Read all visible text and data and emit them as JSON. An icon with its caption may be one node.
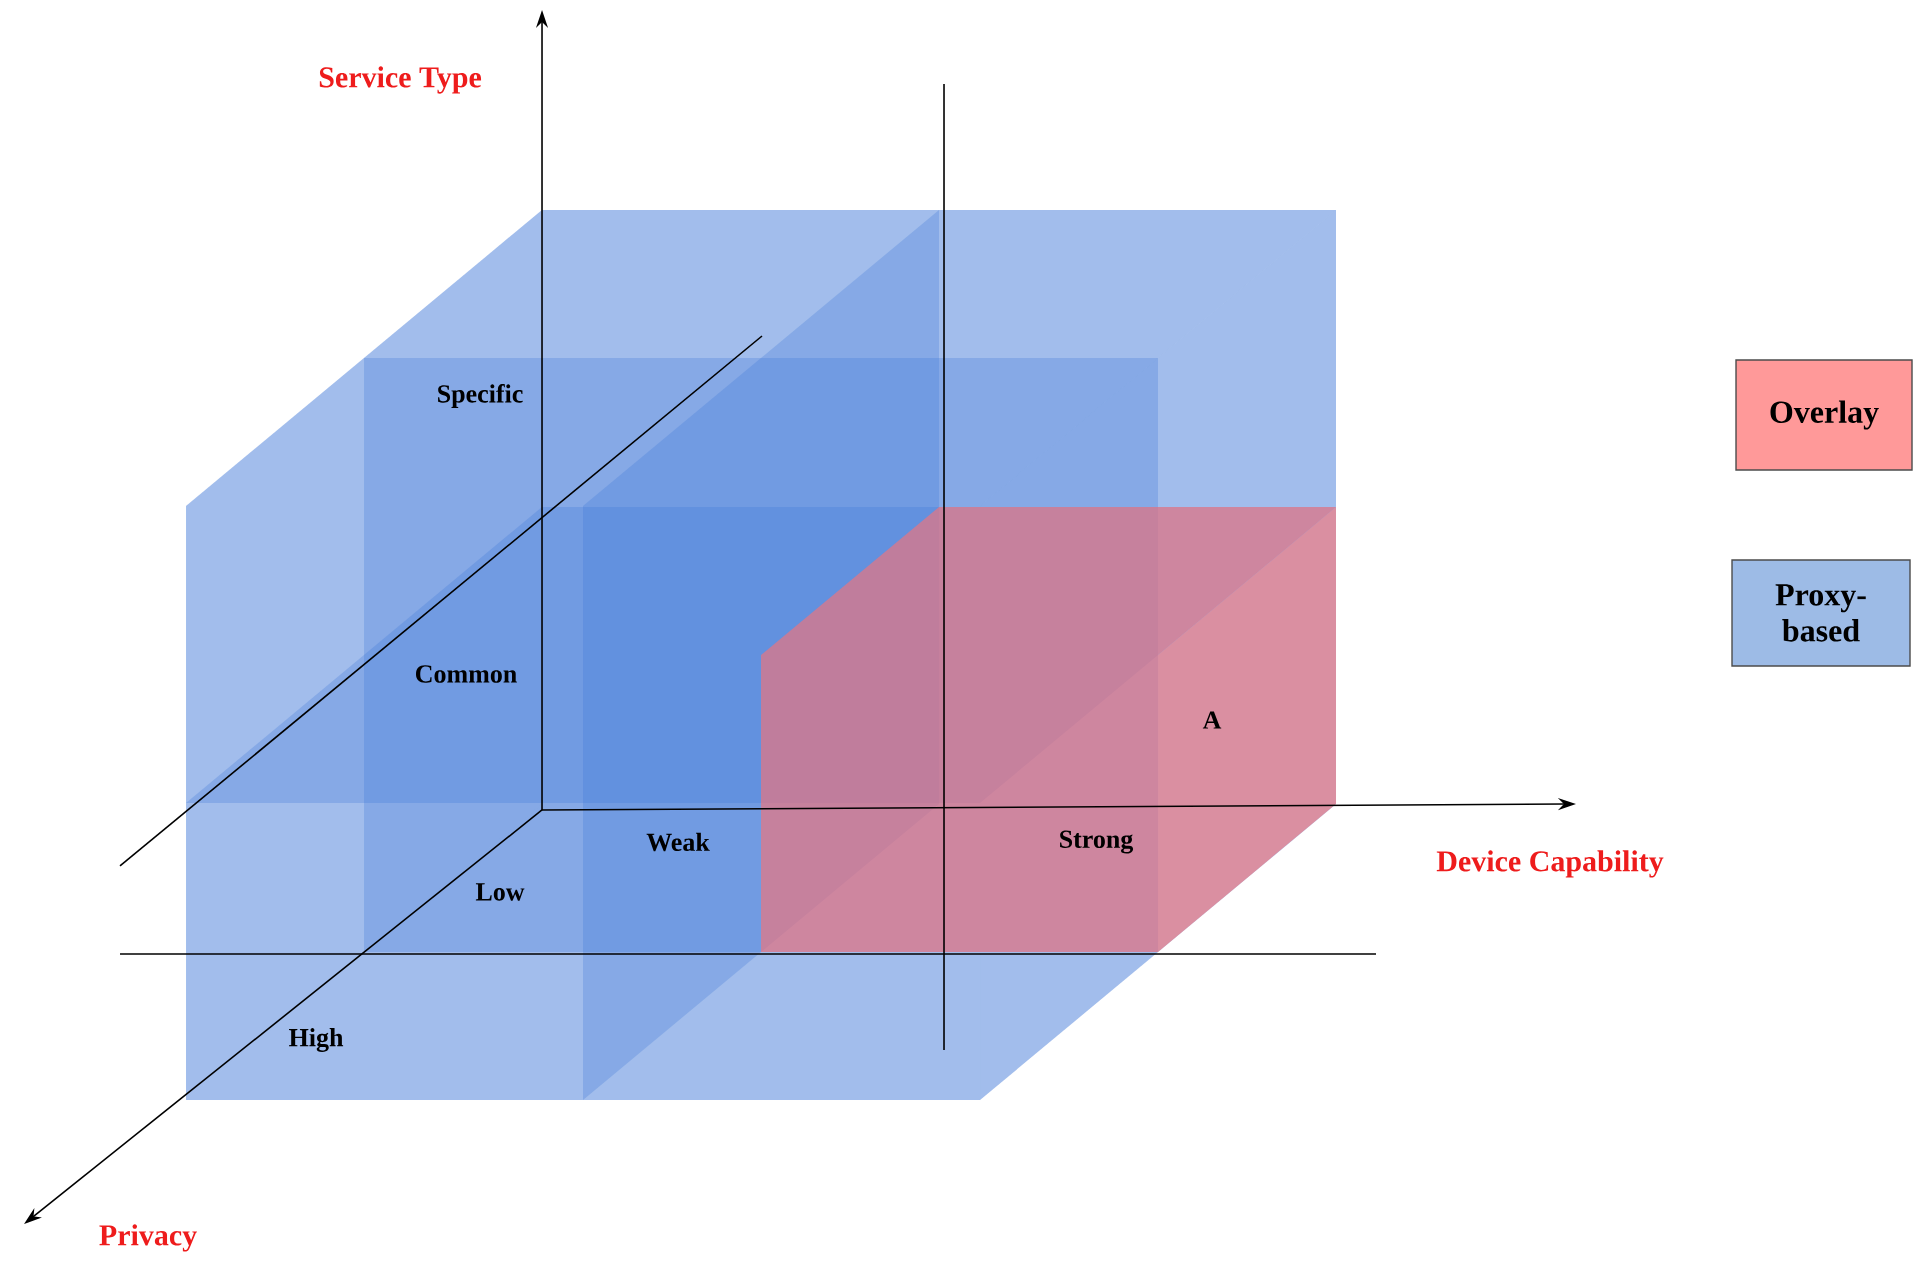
{
  "diagram": {
    "labels": [
      "Service Type",
      "Specific",
      "Common",
      "A",
      "Weak",
      "Strong",
      "Device Capability",
      "Low",
      "High",
      "Privacy"
    ],
    "legend": [
      {
        "text": "Overlay",
        "color": "#ff9999"
      },
      {
        "text": "Proxy-based",
        "color": "#9dbbe6"
      }
    ]
  }
}
